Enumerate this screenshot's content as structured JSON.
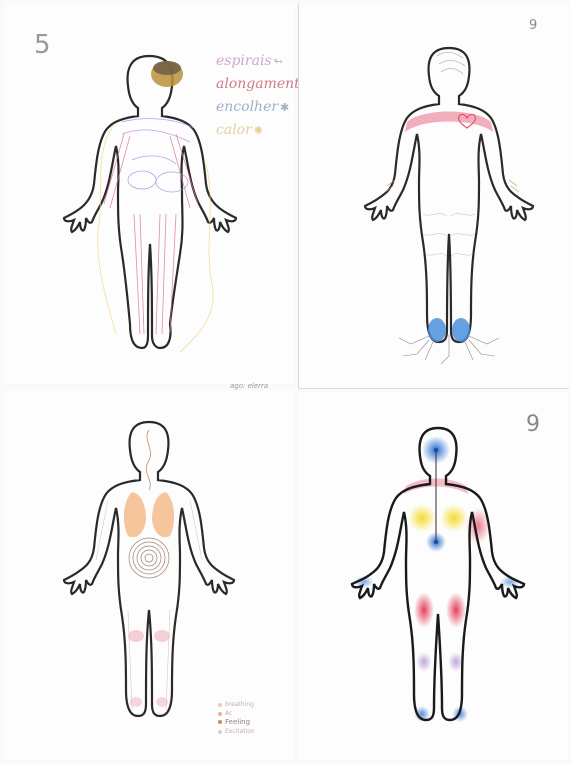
{
  "panels": {
    "p1": {
      "number": "5",
      "legend": [
        {
          "label": "espirais",
          "glyph": "↬"
        },
        {
          "label": "alongamento",
          "glyph": "✕"
        },
        {
          "label": "encolher",
          "glyph": "✱"
        },
        {
          "label": "calor",
          "glyph": "✺"
        }
      ],
      "note": "ago: elerra"
    },
    "p2": {
      "number": "9"
    },
    "p3": {
      "legend": [
        {
          "label": "breathing",
          "color": "#f0c6b6"
        },
        {
          "label": "Ac",
          "color": "#f2b27a"
        },
        {
          "label": "Feeling",
          "color": "#b89070"
        },
        {
          "label": "Excitation",
          "color": "#d8d0c8"
        }
      ]
    },
    "p4": {
      "number": "9"
    }
  },
  "colors": {
    "outline": "#2a2a2a",
    "pink": "#e9748c",
    "blue": "#3f86d6",
    "yellow": "#f5dc2e",
    "orange": "#f0b46a",
    "purple": "#b290d0",
    "red": "#e2405e"
  }
}
